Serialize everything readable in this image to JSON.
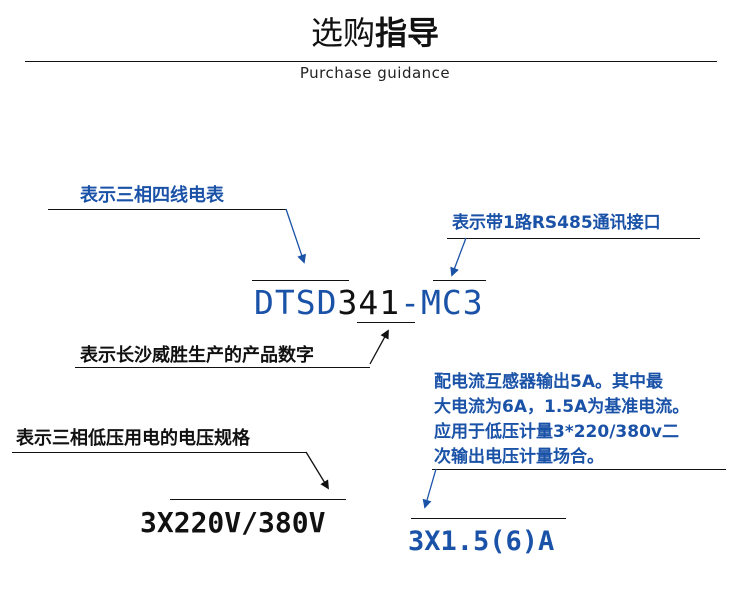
{
  "header": {
    "title_light": "选购",
    "title_bold": "指导",
    "subtitle": "Purchase guidance"
  },
  "model": {
    "part_a": "DTSD",
    "part_b": "341",
    "part_c": "-MC3"
  },
  "annotations": {
    "three_phase_four_wire": "表示三相四线电表",
    "rs485": "表示带1路RS485通讯接口",
    "product_number": "表示长沙威胜生产的产品数字",
    "voltage_spec": "表示三相低压用电的电压规格",
    "current_note_lines": [
      "配电流互感器输出5A。其中最",
      "大电流为6A，1.5A为基准电流。",
      "应用于低压计量3*220/380v二",
      "次输出电压计量场合。"
    ]
  },
  "specs": {
    "voltage": "3X220V/380V",
    "current": "3X1.5(6)A"
  },
  "colors": {
    "accent": "#1a52a8",
    "text": "#111111"
  }
}
